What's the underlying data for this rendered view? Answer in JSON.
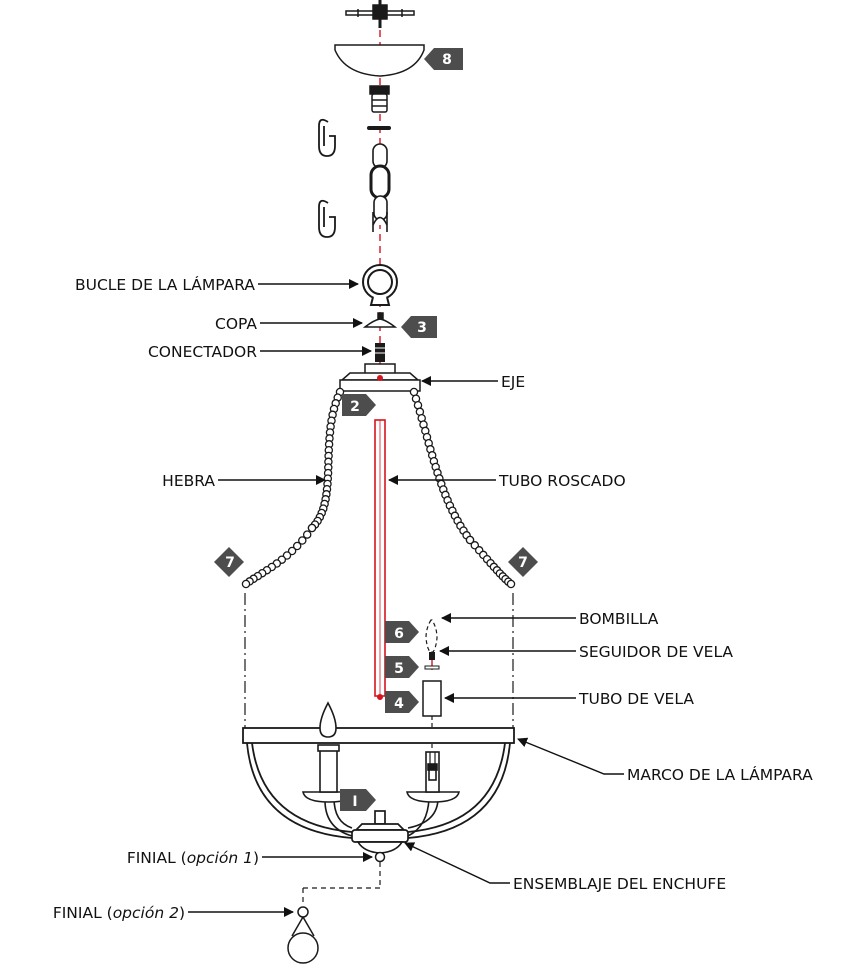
{
  "labels": {
    "bucle": "BUCLE DE LA LÁMPARA",
    "copa": "COPA",
    "conectador": "CONECTADOR",
    "eje": "EJE",
    "hebra": "HEBRA",
    "tubo_roscado": "TUBO ROSCADO",
    "bombilla": "BOMBILLA",
    "seguidor": "SEGUIDOR DE VELA",
    "tubo_vela": "TUBO DE VELA",
    "marco": "MARCO DE LA LÁMPARA",
    "finial1_pre": "FINIAL (",
    "finial1_em": "opción 1",
    "finial1_post": ")",
    "enchufe": "ENSEMBLAJE DEL ENCHUFE",
    "finial2_pre": "FINIAL (",
    "finial2_em": "opción 2",
    "finial2_post": ")"
  },
  "steps": {
    "s8": "8",
    "s3": "3",
    "s2": "2",
    "s7a": "7",
    "s7b": "7",
    "s6": "6",
    "s5": "5",
    "s4": "4",
    "s1": "I"
  },
  "colors": {
    "line": "#1a1a1a",
    "accent": "#d6141f",
    "badge": "#4d4d4d"
  }
}
